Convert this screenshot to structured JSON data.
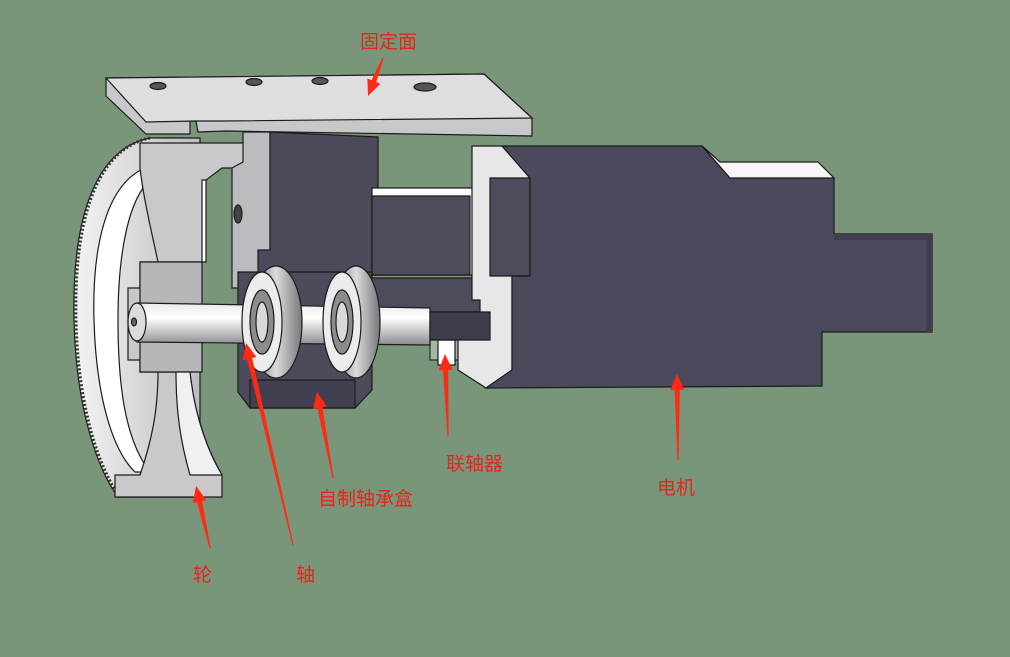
{
  "background_color": "#7a967a",
  "label_color": "#e8231c",
  "arrow_color": "#ff2a14",
  "labels": {
    "mount_face": "固定面",
    "wheel": "轮",
    "shaft": "轴",
    "bearing_box": "自制轴承盒",
    "coupling": "联轴器",
    "motor": "电机"
  }
}
